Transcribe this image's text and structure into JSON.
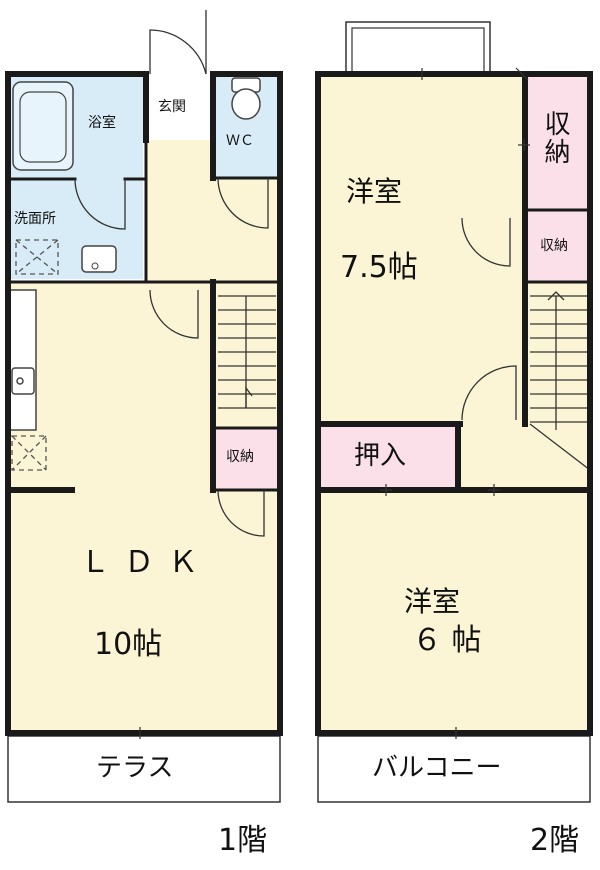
{
  "colors": {
    "wall": "#1a1a1a",
    "room": "#fbf5d5",
    "wet": "#d7ecf7",
    "storage": "#fbe0ea",
    "exterior": "#ffffff"
  },
  "floor1": {
    "bath": "浴室",
    "entrance": "玄関",
    "wc": "ＷＣ",
    "washroom": "洗面所",
    "storage": "収納",
    "ldk_name": "ＬＤＫ",
    "ldk_size": "10帖",
    "terrace": "テラス",
    "floor_label": "1階"
  },
  "floor2": {
    "western1_name": "洋室",
    "western1_size": "7.5帖",
    "storage_large": "収納",
    "storage_small": "収納",
    "closet": "押入",
    "western2_name": "洋室",
    "western2_size": "６ 帖",
    "balcony": "バルコニー",
    "floor_label": "2階"
  }
}
